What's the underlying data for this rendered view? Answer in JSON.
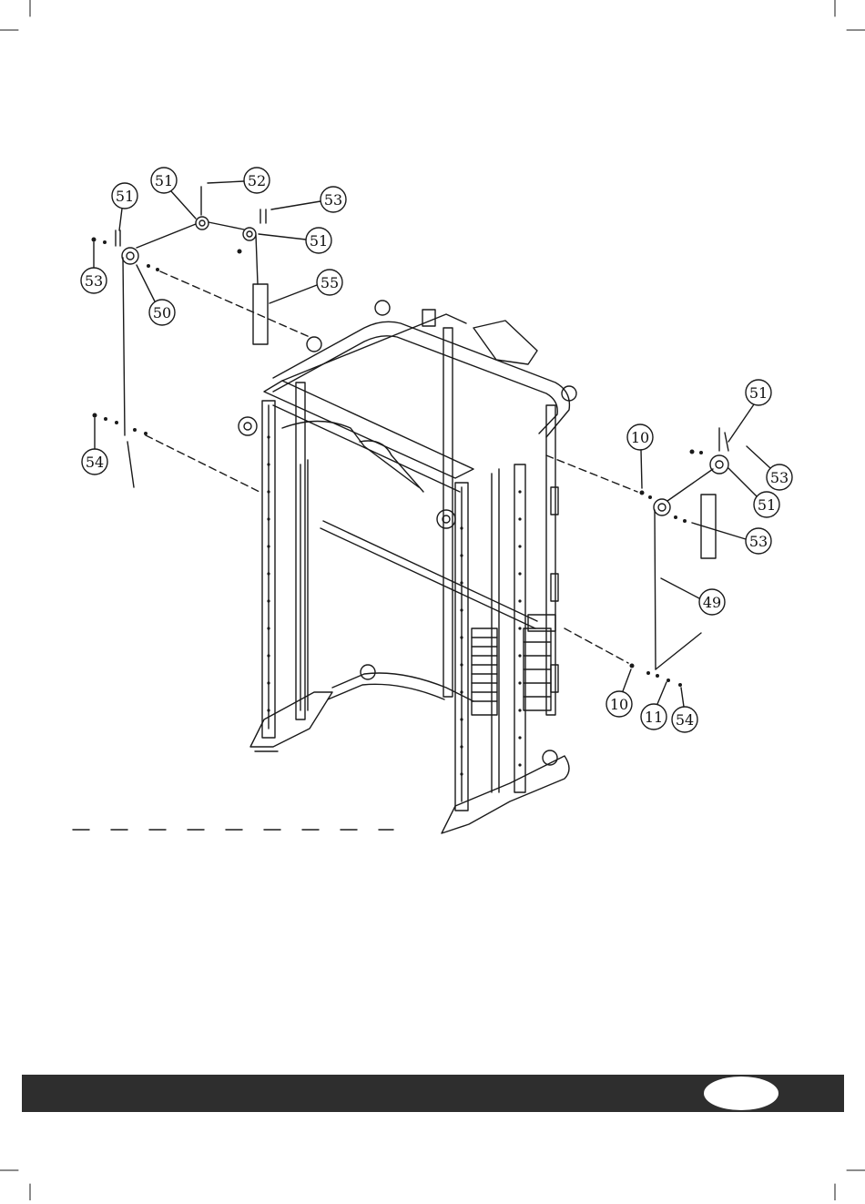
{
  "diagram": {
    "callouts": [
      {
        "id": "c51a",
        "label": "51"
      },
      {
        "id": "c51b",
        "label": "51"
      },
      {
        "id": "c52",
        "label": "52"
      },
      {
        "id": "c53a",
        "label": "53"
      },
      {
        "id": "c53b",
        "label": "53"
      },
      {
        "id": "c51c",
        "label": "51"
      },
      {
        "id": "c55",
        "label": "55"
      },
      {
        "id": "c50",
        "label": "50"
      },
      {
        "id": "c54a",
        "label": "54"
      },
      {
        "id": "c51d",
        "label": "51"
      },
      {
        "id": "c10a",
        "label": "10"
      },
      {
        "id": "c53c",
        "label": "53"
      },
      {
        "id": "c51e",
        "label": "51"
      },
      {
        "id": "c53d",
        "label": "53"
      },
      {
        "id": "c49",
        "label": "49"
      },
      {
        "id": "c10b",
        "label": "10"
      },
      {
        "id": "c11",
        "label": "11"
      },
      {
        "id": "c54b",
        "label": "54"
      }
    ]
  },
  "colors": {
    "line": "#1a1a1a",
    "footer": "#2e2e2e",
    "background": "#ffffff"
  }
}
